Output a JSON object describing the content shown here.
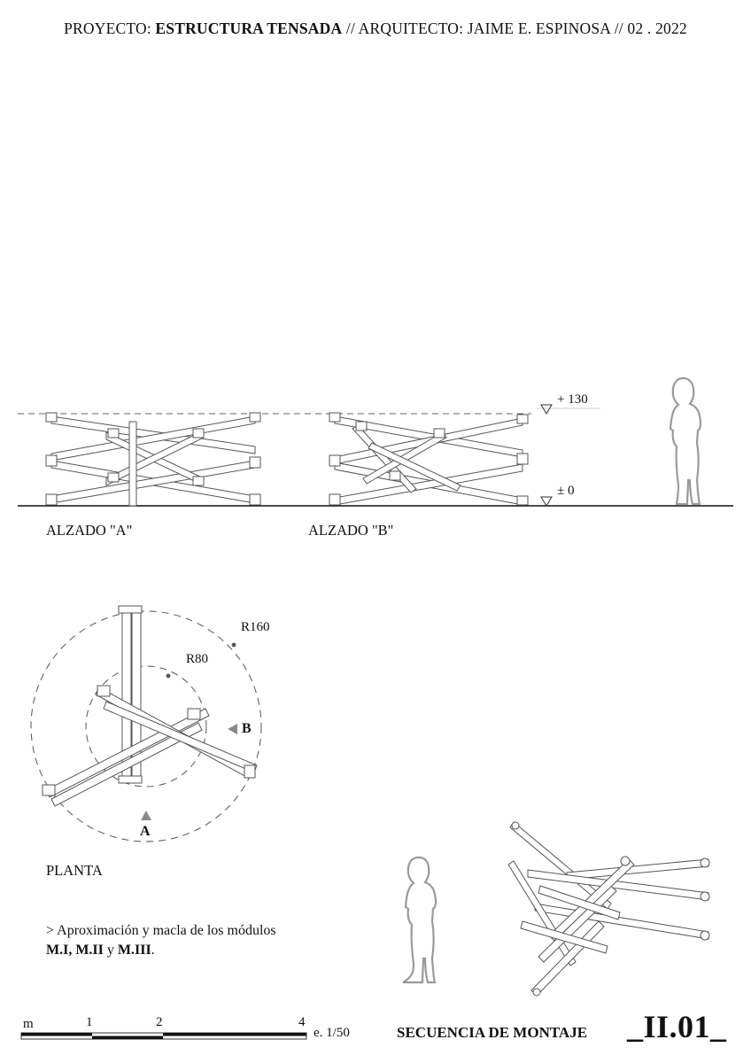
{
  "header": {
    "project_label": "PROYECTO:",
    "project_name": "ESTRUCTURA TENSADA",
    "architect_text": "// ARQUITECTO: JAIME E. ESPINOSA // 02 . 2022"
  },
  "elevations": {
    "level_top": "+ 130",
    "level_zero": "± 0",
    "label_a": "ALZADO \"A\"",
    "label_b": "ALZADO \"B\""
  },
  "plan": {
    "label": "PLANTA",
    "radius_outer": "R160",
    "radius_inner": "R80",
    "view_a": "A",
    "view_b": "B"
  },
  "note": {
    "line1": "> Aproximación y macla de los módulos",
    "modules": "M.I, M.II",
    "conj": "y",
    "last_module": "M.III",
    "end": "."
  },
  "scale_bar": {
    "unit": "m",
    "ticks": [
      "1",
      "2",
      "4"
    ],
    "scale": "e. 1/50"
  },
  "sheet": {
    "title": "SECUENCIA DE MONTAJE",
    "code": "_II.01_"
  },
  "colors": {
    "line": "#222222",
    "member": "#555555",
    "figure": "#9a9a9a",
    "marker": "#8a8a8a"
  }
}
